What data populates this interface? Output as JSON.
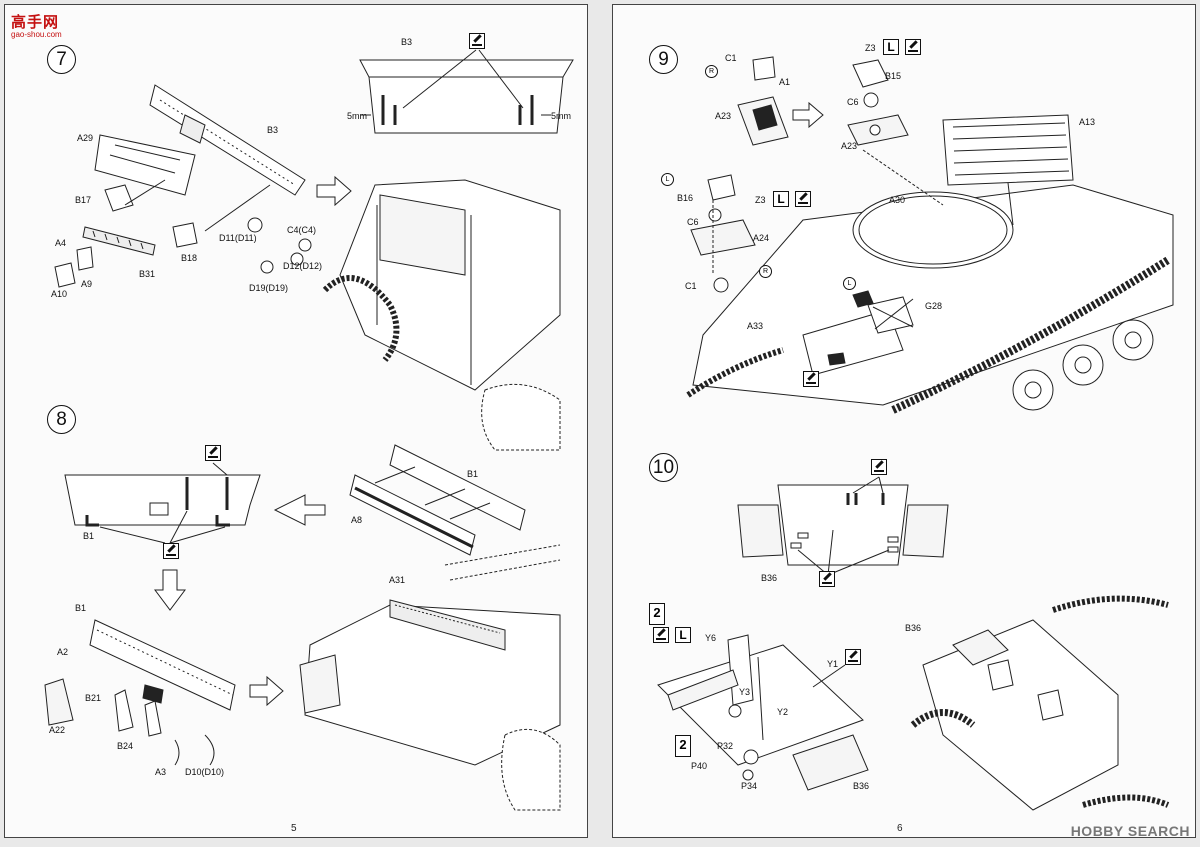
{
  "header": {
    "logo_cn": "高手网",
    "logo_url": "gao-shou.com"
  },
  "watermark": "HOBBY SEARCH",
  "pages": {
    "left": {
      "page_number": "5"
    },
    "right": {
      "page_number": "6"
    }
  },
  "steps": {
    "s7": "7",
    "s8": "8",
    "s9": "9",
    "s10": "10"
  },
  "labels": {
    "b3_top": "B3",
    "b3_side": "B3",
    "mm_left": "5mm",
    "mm_right": "5mm",
    "a29": "A29",
    "b17": "B17",
    "a4": "A4",
    "a10": "A10",
    "a9": "A9",
    "b31": "B31",
    "b18": "B18",
    "d11": "D11(D11)",
    "c4": "C4(C4)",
    "d12": "D12(D12)",
    "d19": "D19(D19)",
    "b1_s8a": "B1",
    "a8": "A8",
    "b1_s8b": "B1",
    "b1_s8c": "B1",
    "a2": "A2",
    "b21": "B21",
    "a22": "A22",
    "b24": "B24",
    "a3": "A3",
    "d10": "D10(D10)",
    "a31": "A31",
    "c1_top": "C1",
    "a1": "A1",
    "a23_a": "A23",
    "z3_top": "Z3",
    "b15": "B15",
    "c6_top": "C6",
    "a23_b": "A23",
    "a13": "A13",
    "b16": "B16",
    "z3_mid": "Z3",
    "c6_mid": "C6",
    "a24": "A24",
    "a30": "A30",
    "c1_bot": "C1",
    "a33": "A33",
    "g28": "G28",
    "b36_a": "B36",
    "y6": "Y6",
    "y1": "Y1",
    "y3": "Y3",
    "y2": "Y2",
    "p32": "P32",
    "p40": "P40",
    "p34": "P34",
    "b36_b": "B36",
    "b36_c": "B36"
  },
  "markers": {
    "R": "R",
    "L": "L",
    "two": "2",
    "L_sym": "L"
  }
}
